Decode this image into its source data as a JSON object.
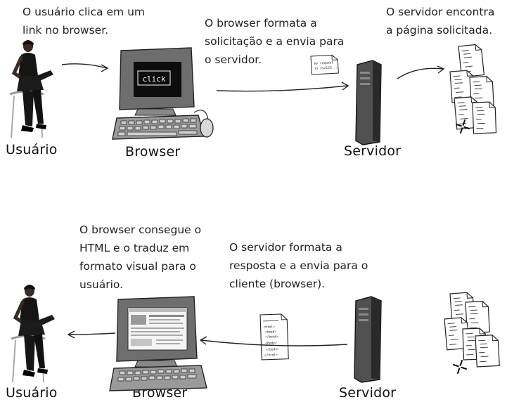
{
  "top": {
    "caption_user_lines": [
      "O usuário clica em um",
      "link no browser."
    ],
    "caption_browser_lines": [
      "O browser formata a",
      "solicitação e a envia para",
      "o servidor."
    ],
    "caption_server_lines": [
      "O servidor encontra",
      "a página solicitada."
    ],
    "screen_text": "click",
    "request_note_lines": [
      "my request",
      "is xyz123..."
    ],
    "labels": {
      "user": "Usuário",
      "browser": "Browser",
      "server": "Servidor"
    }
  },
  "bottom": {
    "caption_browser_lines": [
      "O browser consegue o",
      "HTML e o traduz em",
      "formato visual para o",
      "usuário."
    ],
    "caption_server_lines": [
      "O servidor formata a",
      "resposta e a envia para o",
      "cliente (browser)."
    ],
    "labels": {
      "user": "Usuário",
      "browser": "Browser",
      "server": "Servidor"
    }
  },
  "html_doc_lines": [
    "<html>",
    "<head>",
    "</head>",
    "<body>",
    "</body>",
    "</html>"
  ],
  "colors": {
    "ink": "#1a1a1a",
    "screen": "#111111",
    "paper": "#ffffff"
  }
}
